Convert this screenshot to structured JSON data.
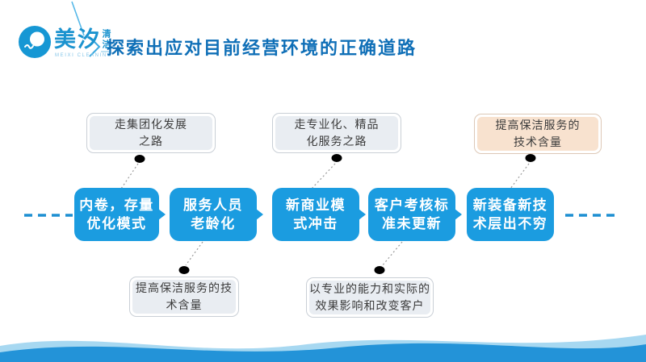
{
  "slide": {
    "brand": {
      "name_main": "美汐",
      "name_sub": "清洁",
      "name_en": "MEIXI CLEANING"
    },
    "title": "探索出应对目前经营环境的正确道路",
    "timeline": {
      "nodes": [
        {
          "label": "内卷，存量\n优化模式"
        },
        {
          "label": "服务人员\n老龄化"
        },
        {
          "label": "新商业模\n式冲击"
        },
        {
          "label": "客户考核标\n准未更新"
        },
        {
          "label": "新装备新技\n术层出不穷"
        }
      ],
      "top_callouts": [
        {
          "label": "走集团化发展\n之路",
          "variant": "gray"
        },
        {
          "label": "走专业化、精品\n化服务之路",
          "variant": "gray"
        },
        {
          "label": "提高保洁服务的\n技术含量",
          "variant": "peach"
        }
      ],
      "bottom_callouts": [
        {
          "label": "提高保洁服务的技\n术含量"
        },
        {
          "label": "以专业的能力和实际的\n效果影响和改变客户"
        }
      ]
    },
    "colors": {
      "node_blue": "#1b9ce0",
      "title_blue": "#0f6fb7",
      "callout_gray": "#e9edf2",
      "callout_peach": "#f8e2cf",
      "dash_blue": "#1e8fd2",
      "wave_blue": "#1b8fd6"
    }
  }
}
